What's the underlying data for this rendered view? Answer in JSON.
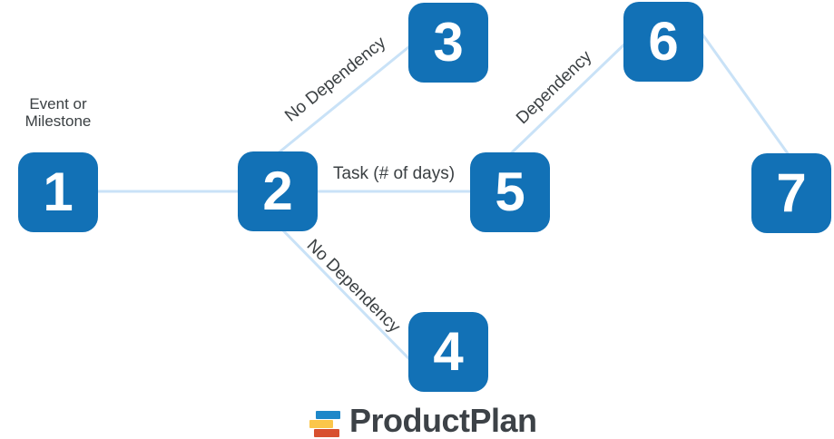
{
  "diagram": {
    "type": "pert-chart",
    "annotation": "Event or\nMilestone",
    "nodes": [
      {
        "id": 1,
        "label": "1"
      },
      {
        "id": 2,
        "label": "2"
      },
      {
        "id": 3,
        "label": "3"
      },
      {
        "id": 4,
        "label": "4"
      },
      {
        "id": 5,
        "label": "5"
      },
      {
        "id": 6,
        "label": "6"
      },
      {
        "id": 7,
        "label": "7"
      }
    ],
    "edges": [
      {
        "from": 1,
        "to": 2,
        "label": ""
      },
      {
        "from": 2,
        "to": 3,
        "label": "No Dependency"
      },
      {
        "from": 2,
        "to": 5,
        "label": "Task (# of days)"
      },
      {
        "from": 2,
        "to": 4,
        "label": "No Dependency"
      },
      {
        "from": 5,
        "to": 6,
        "label": "Dependency"
      },
      {
        "from": 6,
        "to": 7,
        "label": ""
      }
    ],
    "colors": {
      "node": "#1271b6",
      "edge": "#c9e2f7",
      "node_label": "#ffffff",
      "text": "#3b4043"
    }
  },
  "footer": {
    "logo": {
      "text": "ProductPlan",
      "colors": {
        "bar_top": "#1e87c9",
        "bar_middle": "#fbc64a",
        "bar_bottom": "#d8502f",
        "text": "#3d4247"
      }
    }
  }
}
